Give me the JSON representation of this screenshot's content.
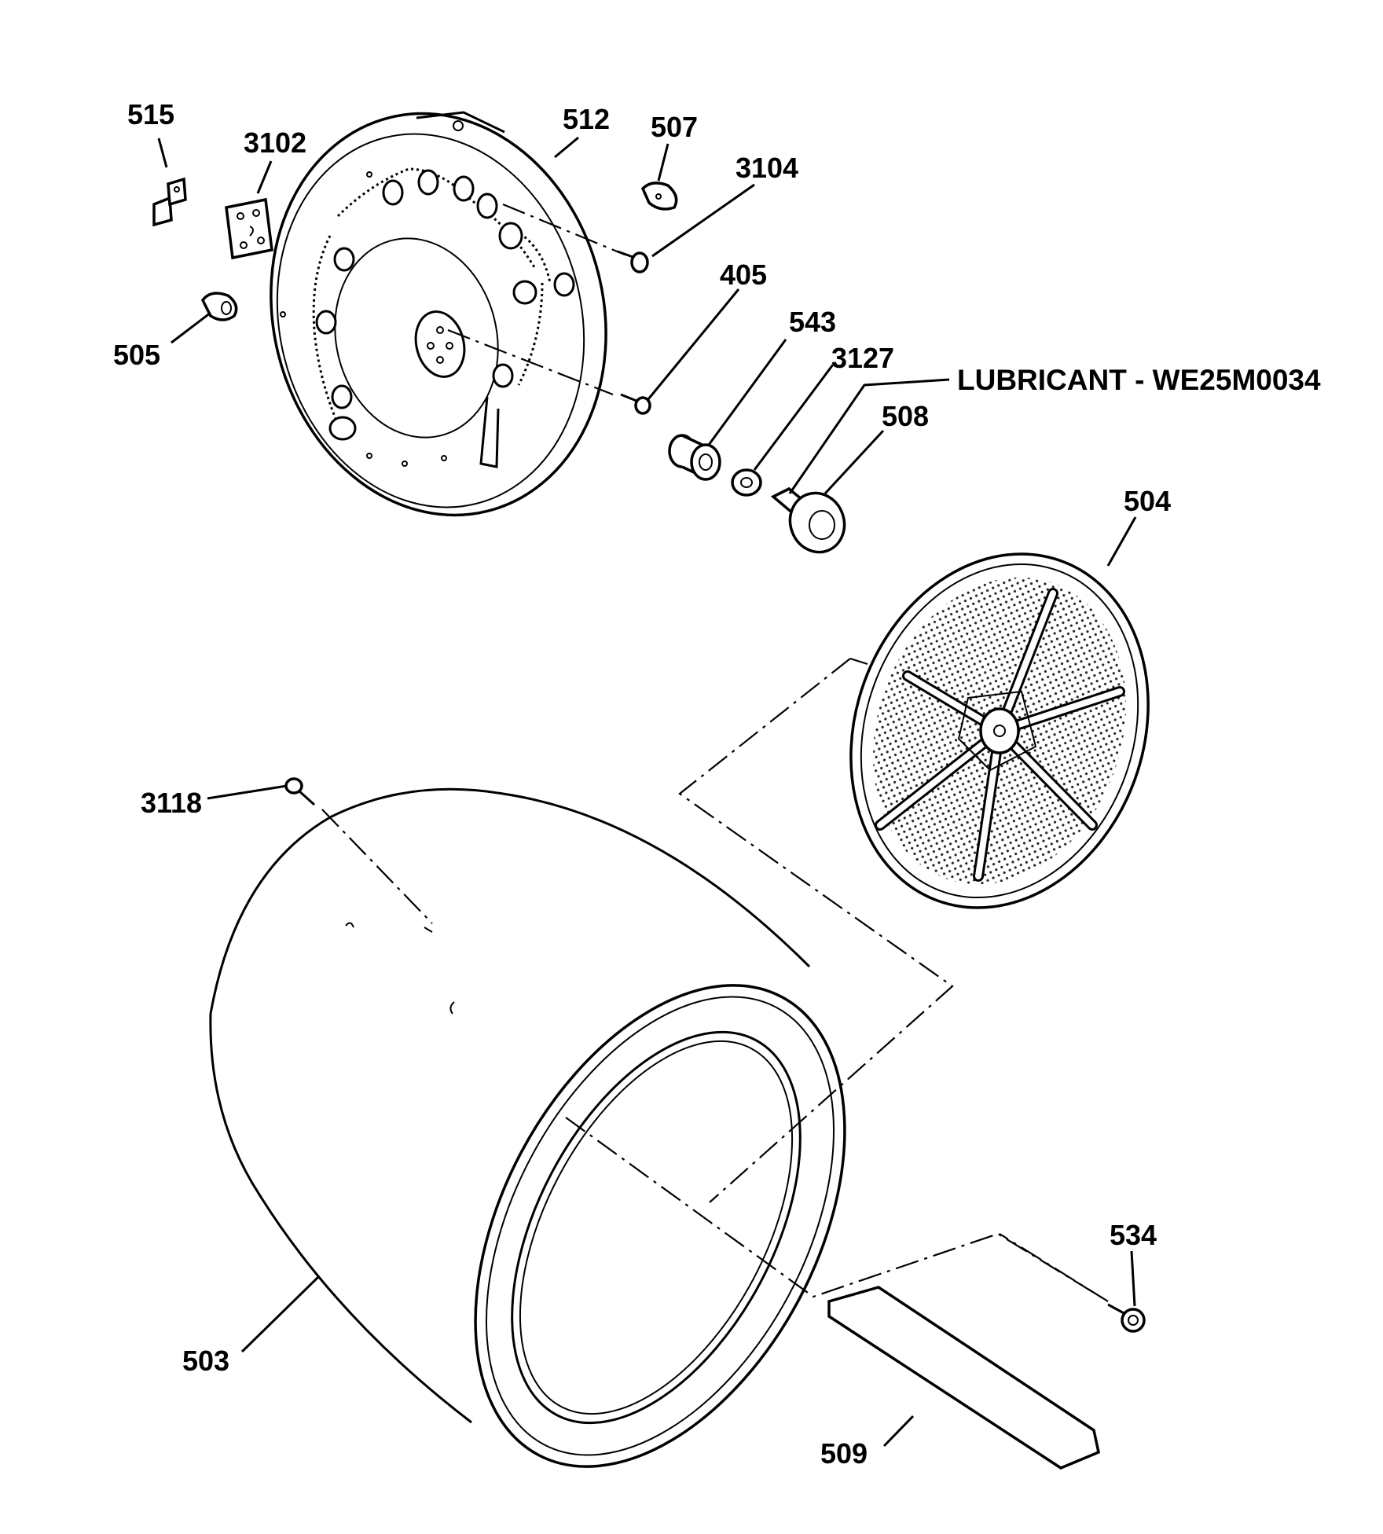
{
  "callouts": {
    "p515": "515",
    "p3102": "3102",
    "p512": "512",
    "p507": "507",
    "p3104": "3104",
    "p505": "505",
    "p405": "405",
    "p543": "543",
    "p3127": "3127",
    "p508": "508",
    "p504": "504",
    "p3118": "3118",
    "p534": "534",
    "p503": "503",
    "p509": "509"
  },
  "note": {
    "lubricant": "LUBRICANT - WE25M0034"
  },
  "colors": {
    "line": "#000000",
    "background": "#ffffff"
  }
}
